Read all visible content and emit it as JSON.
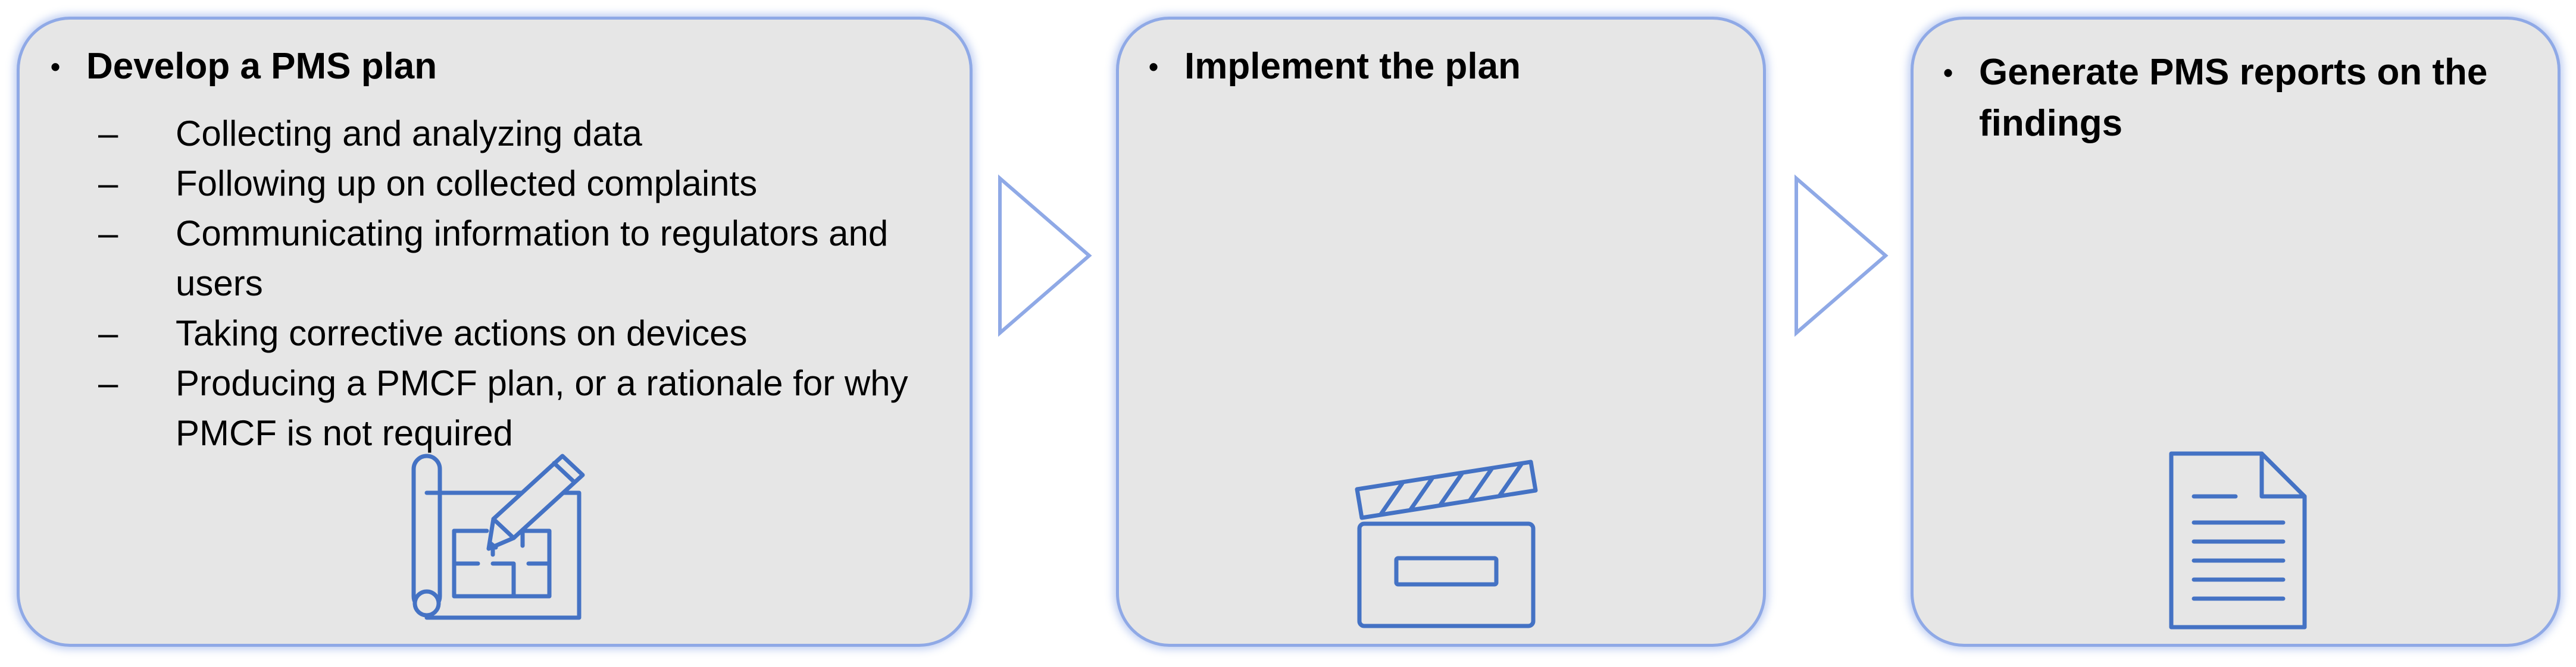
{
  "steps": [
    {
      "title": "Develop a PMS plan",
      "bullet": "•",
      "sub_bullet": "–",
      "subitems": [
        "Collecting and analyzing data",
        "Following up on collected complaints",
        "Communicating information to regulators and users",
        "Taking corrective actions on devices",
        "Producing a PMCF plan, or a rationale for why PMCF is not required"
      ],
      "icon": "blueprint-pencil-icon"
    },
    {
      "title": "Implement the plan",
      "bullet": "•",
      "icon": "clapperboard-icon"
    },
    {
      "title": "Generate PMS reports on the findings",
      "bullet": "•",
      "icon": "document-icon"
    }
  ],
  "connectors": [
    "chevron-right-icon",
    "chevron-right-icon"
  ],
  "colors": {
    "box_fill": "#e6e6e6",
    "box_border": "#8fa9e6",
    "icon_stroke": "#4472c4",
    "text": "#000000"
  }
}
